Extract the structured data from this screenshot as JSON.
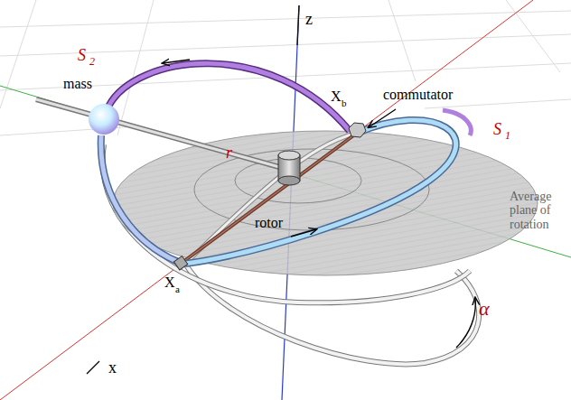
{
  "diagram": {
    "labels": [
      "z",
      "S",
      "2",
      "mass",
      "X",
      "b",
      "commutator",
      "S",
      "1",
      "r",
      "rotor",
      "Average plane of rotation",
      "X",
      "a",
      "α",
      "x"
    ]
  }
}
